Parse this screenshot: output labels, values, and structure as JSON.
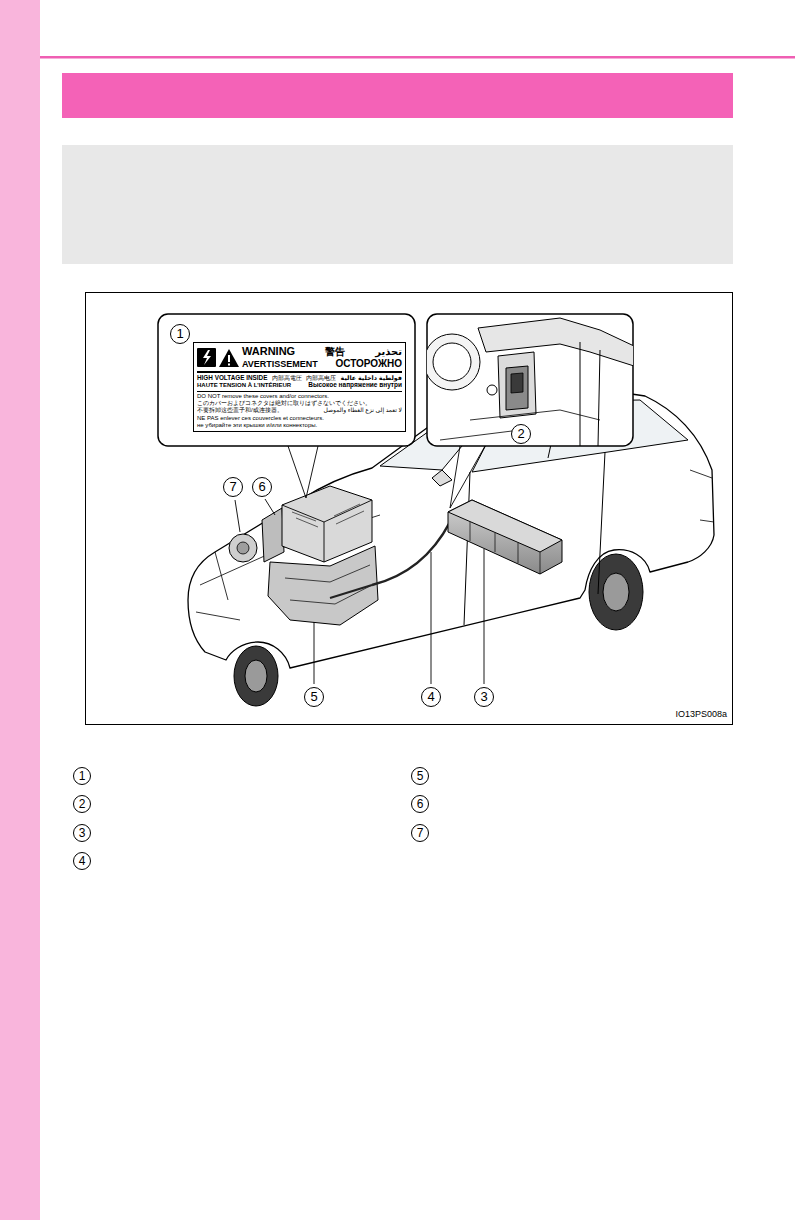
{
  "diagram": {
    "nodes": [
      {
        "text": [
          "WARNING",
          "警告",
          "تحذير",
          "AVERTISSEMENT",
          "ОСТОРОЖНО",
          "HIGH VOLTAGE INSIDE",
          "内部高電圧",
          "内部高电压",
          "فولطية داخلية عالية",
          "HAUTE TENSION À L'INTÉRIEUR",
          "Высокое напряжение внутри",
          "DO NOT remove these covers and/or connectors.",
          "このカバーおよびコネクタは絶対に取りはずさないでください。",
          "不要拆卸这些盖子和/或连接器。",
          "لا تعمد إلى نزع الغطاء والموصل",
          "NE PAS enlever ces couvercles et connecteurs.",
          "не убирайте эти крышки и/или коннекторы."
        ]
      }
    ],
    "labels": [
      "1",
      "2",
      "7",
      "6",
      "5",
      "4",
      "3",
      "IO13PS008a",
      "1",
      "2",
      "3",
      "4",
      "5",
      "6",
      "7"
    ]
  }
}
